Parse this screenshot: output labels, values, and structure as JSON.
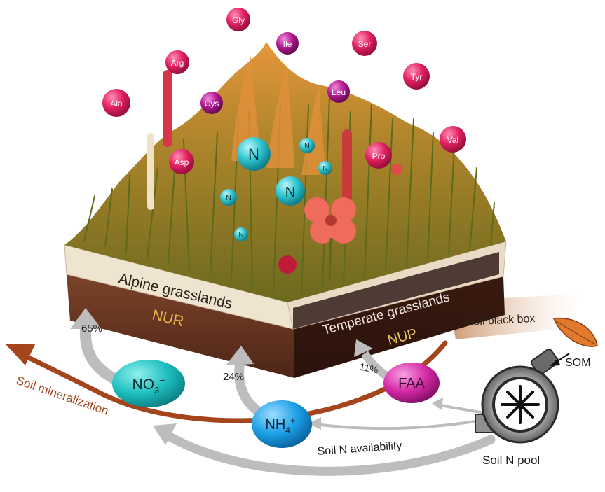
{
  "amino_acids": [
    "Gly",
    "Ile",
    "Ser",
    "Arg",
    "Tyr",
    "Ala",
    "Leu",
    "Cys",
    "Val",
    "Pro",
    "Asp"
  ],
  "n_label": "N",
  "box": {
    "left_face": "Alpine grasslands",
    "left_tag": "NUR",
    "right_face": "Temperate grasslands",
    "right_tag": "NUP",
    "soil_black_box": "Soil black box"
  },
  "forms": {
    "no3": {
      "base": "NO",
      "sub": "3",
      "sup": "−"
    },
    "nh4": {
      "base": "NH",
      "sub": "4",
      "sup": "+"
    },
    "faa": "FAA"
  },
  "percent": {
    "no3": "65%",
    "nh4": "24%",
    "faa": "11%"
  },
  "labels": {
    "soil_mineralization": "Soil mineralization",
    "soil_n_availability": "Soil N availability",
    "soil_n_pool": "Soil N pool",
    "som": "SOM"
  },
  "colors": {
    "amino": "#e0205f",
    "amino_purple": "#b0188e",
    "n_ball": "#2ec4cf",
    "no3": "#1fbfbf",
    "nh4": "#1aa0e6",
    "faa": "#d62aa6",
    "brown_arrow": "#a4451c",
    "gray_arrow": "#b9b9b9",
    "grass": "#8a8a2a",
    "cream": "#efe4cf",
    "soil": "#6b3a22"
  }
}
